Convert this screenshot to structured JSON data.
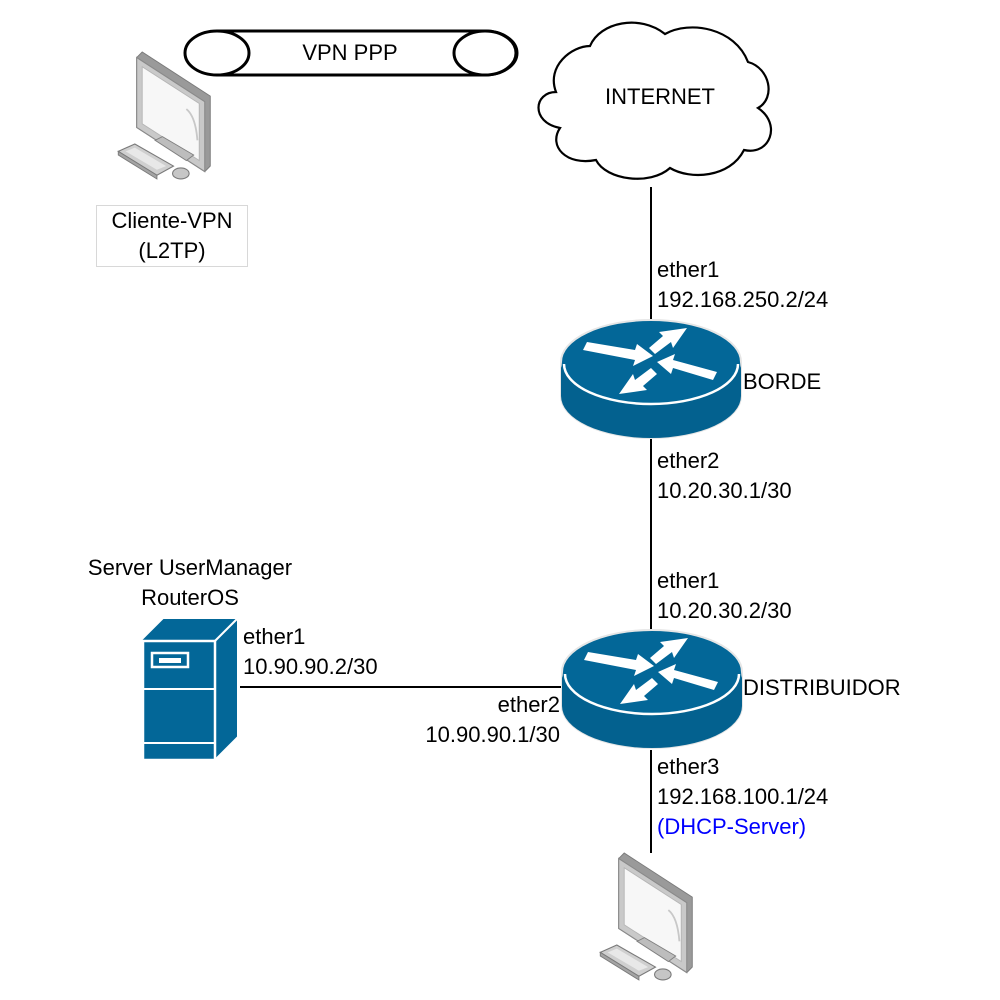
{
  "diagram": {
    "type": "network-topology",
    "colors": {
      "device_blue": "#036798",
      "link": "#000000",
      "dhcp_note": "#0000ff",
      "pc_gray": "#b8b8b8"
    },
    "tunnel": {
      "label": "VPN PPP"
    },
    "cloud": {
      "label": "INTERNET"
    },
    "client_vpn": {
      "line1": "Cliente-VPN",
      "line2": "(L2TP)",
      "icon": "desktop-pc-icon"
    },
    "router_borde": {
      "name": "BORDE",
      "icon": "router-icon",
      "uplink": {
        "iface": "ether1",
        "ip": "192.168.250.2/24"
      },
      "downlink": {
        "iface": "ether2",
        "ip": "10.20.30.1/30"
      }
    },
    "router_distribuidor": {
      "name": "DISTRIBUIDOR",
      "icon": "router-icon",
      "uplink": {
        "iface": "ether1",
        "ip": "10.20.30.2/30"
      },
      "server_link": {
        "iface": "ether2",
        "ip": "10.90.90.1/30"
      },
      "lan_link": {
        "iface": "ether3",
        "ip": "192.168.100.1/24",
        "note": "(DHCP-Server)"
      }
    },
    "server": {
      "line1": "Server UserManager",
      "line2": "RouterOS",
      "icon": "server-tower-icon",
      "link": {
        "iface": "ether1",
        "ip": "10.90.90.2/30"
      }
    },
    "lan_pc": {
      "icon": "desktop-pc-icon"
    },
    "links": [
      {
        "from": "INTERNET",
        "to": "BORDE"
      },
      {
        "from": "BORDE",
        "to": "DISTRIBUIDOR"
      },
      {
        "from": "Server UserManager",
        "to": "DISTRIBUIDOR"
      },
      {
        "from": "DISTRIBUIDOR",
        "to": "LAN PC"
      }
    ]
  }
}
